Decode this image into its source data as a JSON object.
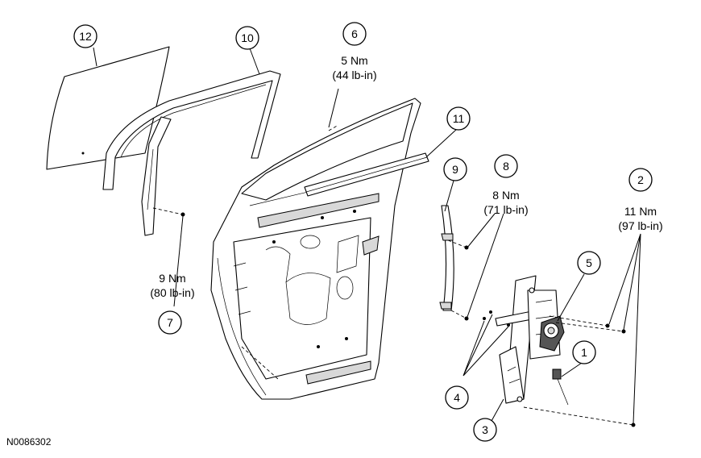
{
  "figure_id": "N0086302",
  "callouts": [
    {
      "num": "1"
    },
    {
      "num": "2"
    },
    {
      "num": "3"
    },
    {
      "num": "4"
    },
    {
      "num": "5"
    },
    {
      "num": "6"
    },
    {
      "num": "7"
    },
    {
      "num": "8"
    },
    {
      "num": "9"
    },
    {
      "num": "10"
    },
    {
      "num": "11"
    },
    {
      "num": "12"
    }
  ],
  "torques": {
    "t6": {
      "nm": "5 Nm",
      "lbin": "(44 lb-in)"
    },
    "t7": {
      "nm": "9 Nm",
      "lbin": "(80 lb-in)"
    },
    "t8": {
      "nm": "8 Nm",
      "lbin": "(71 lb-in)"
    },
    "t2": {
      "nm": "11 Nm",
      "lbin": "(97 lb-in)"
    }
  }
}
